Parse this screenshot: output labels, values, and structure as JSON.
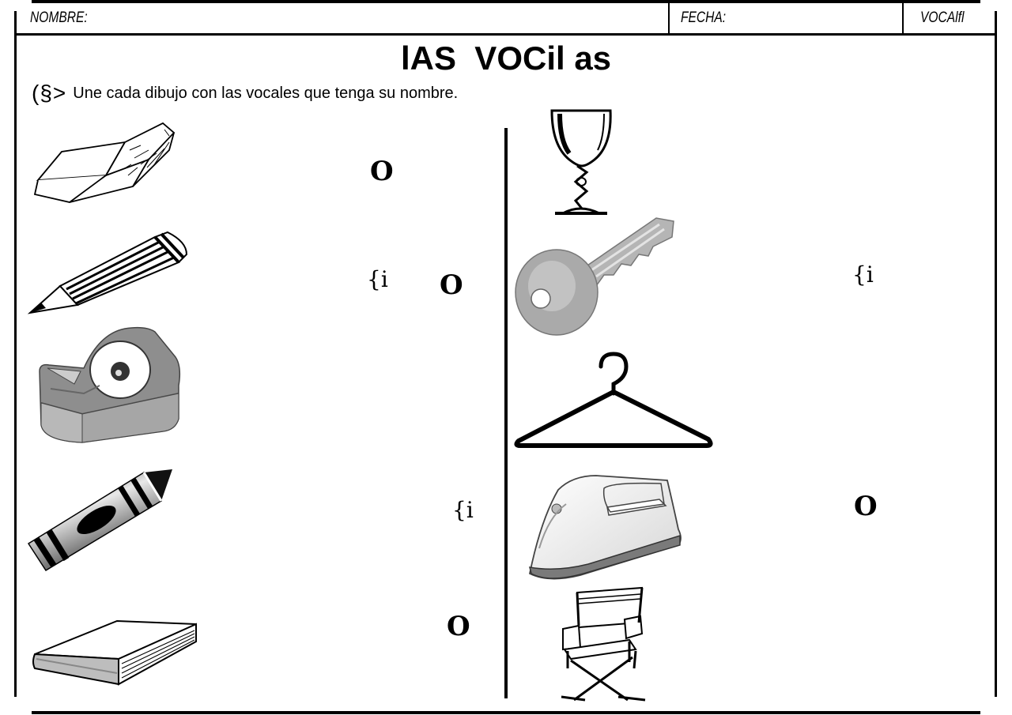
{
  "header": {
    "nombre_label": "NOMBRE:",
    "fecha_label": "FECHA:",
    "subject_label": "VOCAlfl"
  },
  "title": "lAS  VOCil as",
  "instruction": {
    "symbol": "(§>",
    "text": "Une cada dibujo  con las vocales que tenga su nombre."
  },
  "left_column": {
    "pictures": [
      "eraser-picture",
      "pencil-picture",
      "tape-dispenser-picture",
      "crayon-picture",
      "book-picture"
    ],
    "vowels": [
      {
        "text": "O"
      },
      {
        "text": "{i"
      },
      {
        "text": "O"
      },
      {
        "text": "{i"
      },
      {
        "text": "O"
      }
    ]
  },
  "right_column": {
    "pictures": [
      "goblet-picture",
      "key-picture",
      "hanger-picture",
      "iron-picture",
      "chair-picture"
    ],
    "vowels": [
      {
        "text": "{i"
      },
      {
        "text": "O"
      }
    ]
  }
}
